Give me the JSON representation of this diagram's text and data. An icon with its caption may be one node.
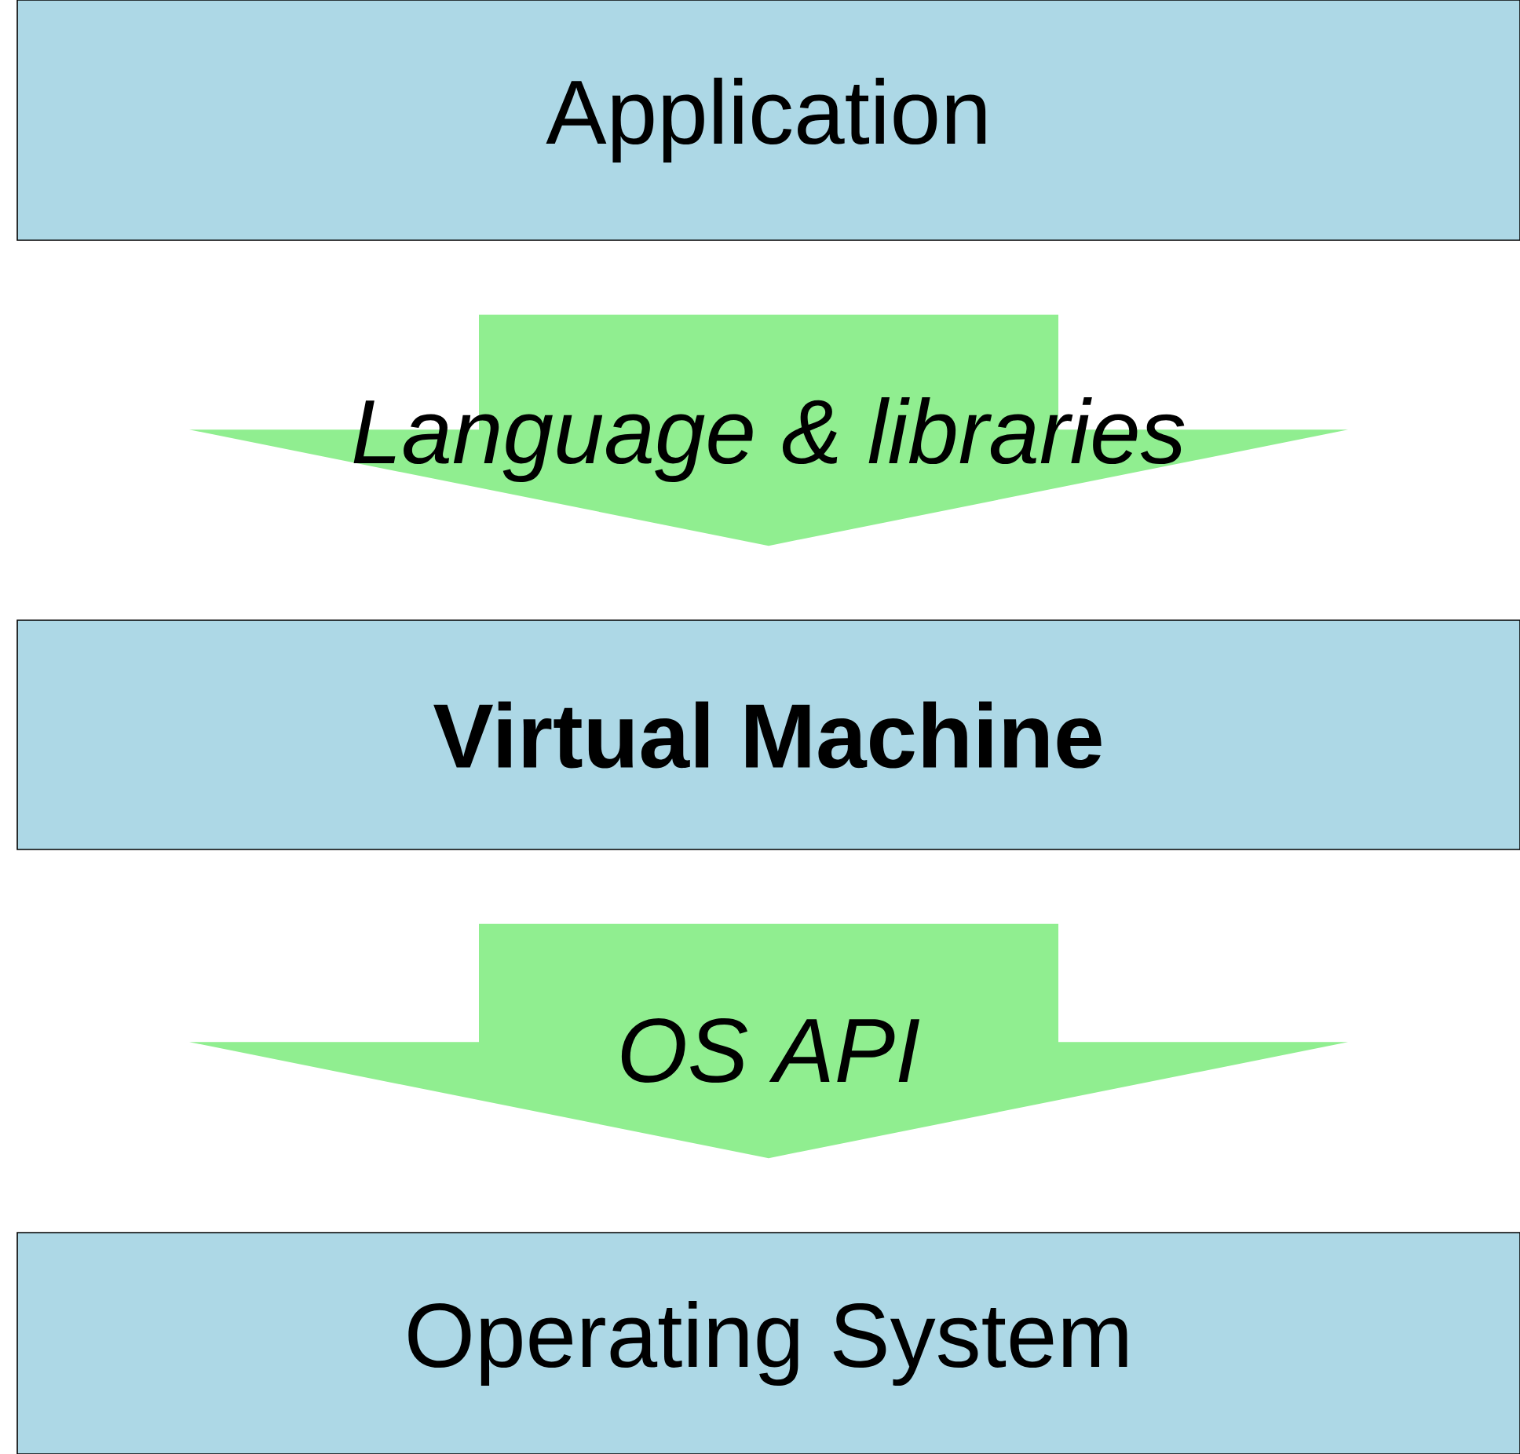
{
  "diagram": {
    "nodes": [
      {
        "text": [
          "Application"
        ]
      },
      {
        "text": [
          "Virtual Machine"
        ]
      },
      {
        "text": [
          "Operating System"
        ]
      }
    ],
    "edges": [
      {
        "from": 0,
        "to": 1,
        "arrow": "to",
        "label": "Language & libraries"
      },
      {
        "from": 1,
        "to": 2,
        "arrow": "to",
        "label": "OS API"
      }
    ]
  }
}
